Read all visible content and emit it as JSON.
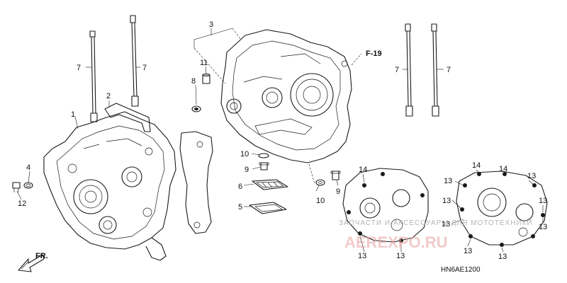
{
  "diagram": {
    "callouts": {
      "c1": "1",
      "c2": "2",
      "c3": "3",
      "c4": "4",
      "c5": "5",
      "c6": "6",
      "c7a": "7",
      "c7b": "7",
      "c7c": "7",
      "c7d": "7",
      "c8": "8",
      "c9a": "9",
      "c9b": "9",
      "c10a": "10",
      "c10b": "10",
      "c11": "11",
      "c12": "12",
      "c13a": "13",
      "c13b": "13",
      "c13c": "13",
      "c13d": "13",
      "c13e": "13",
      "c13f": "13",
      "c13g": "13",
      "c13h": "13",
      "c13i": "13",
      "c13j": "13",
      "c14a": "14",
      "c14b": "14",
      "c14c": "14"
    },
    "section_ref": "F-19",
    "front_label": "FR.",
    "diagram_code": "HN6AE1200",
    "watermark_text": "ЗАПЧАСТИ И АКСЕССУАРЫ ДЛЯ МОТОТЕХНИКИ",
    "watermark_logo": "AEREXPO.RU",
    "colors": {
      "line": "#1a1a1a",
      "watermark": "#e8a0a0"
    }
  }
}
